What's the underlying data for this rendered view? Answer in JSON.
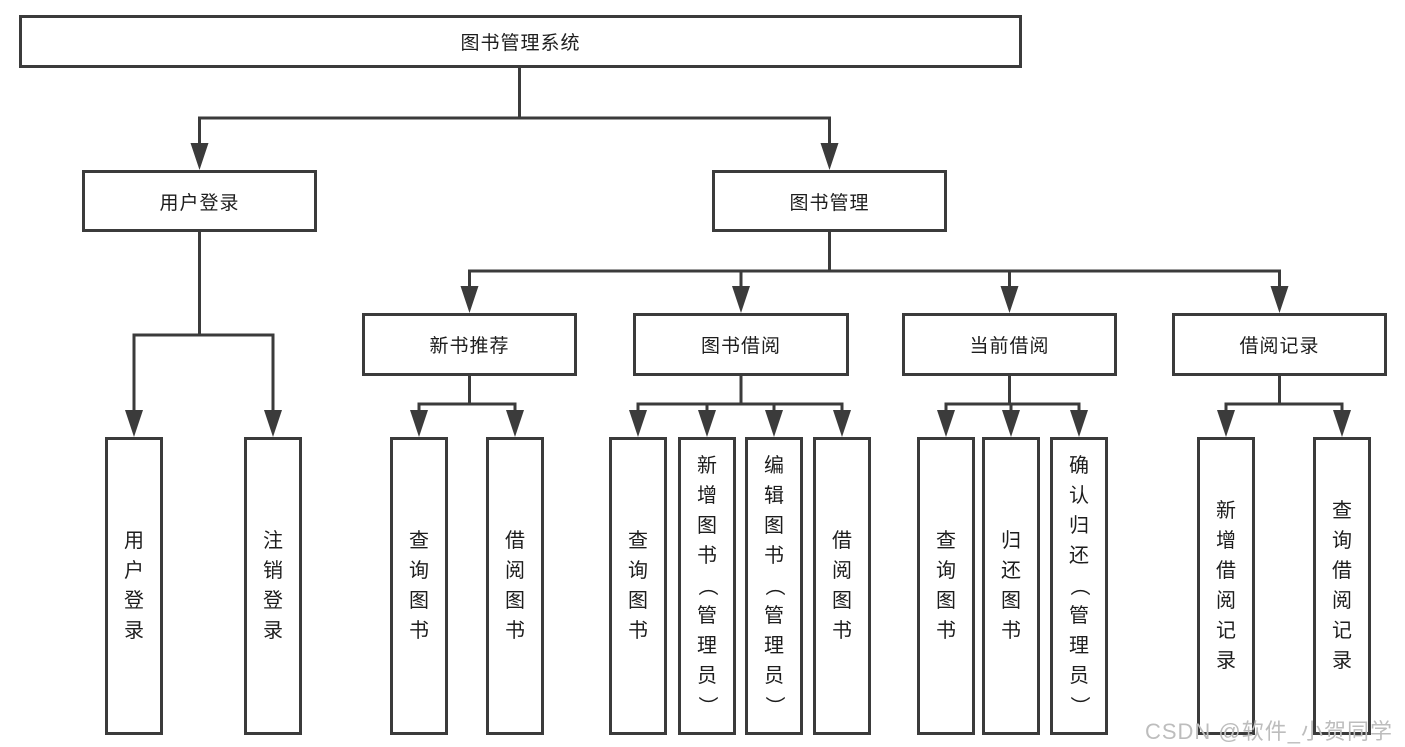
{
  "tree": {
    "label": "图书管理系统",
    "children": [
      {
        "label": "用户登录",
        "children": [
          {
            "label": "用户登录"
          },
          {
            "label": "注销登录"
          }
        ]
      },
      {
        "label": "图书管理",
        "children": [
          {
            "label": "新书推荐",
            "children": [
              {
                "label": "查询图书"
              },
              {
                "label": "借阅图书"
              }
            ]
          },
          {
            "label": "图书借阅",
            "children": [
              {
                "label": "查询图书"
              },
              {
                "label": "新增图书（管理员）"
              },
              {
                "label": "编辑图书（管理员）"
              },
              {
                "label": "借阅图书"
              }
            ]
          },
          {
            "label": "当前借阅",
            "children": [
              {
                "label": "查询图书"
              },
              {
                "label": "归还图书"
              },
              {
                "label": "确认归还（管理员）"
              }
            ]
          },
          {
            "label": "借阅记录",
            "children": [
              {
                "label": "新增借阅记录"
              },
              {
                "label": "查询借阅记录"
              }
            ]
          }
        ]
      }
    ]
  },
  "watermark": "CSDN @软件_小贺同学",
  "colors": {
    "line": "#3b3b3b",
    "text": "#1d1d1d",
    "watermark": "#bdbdbd",
    "background": "#ffffff"
  }
}
